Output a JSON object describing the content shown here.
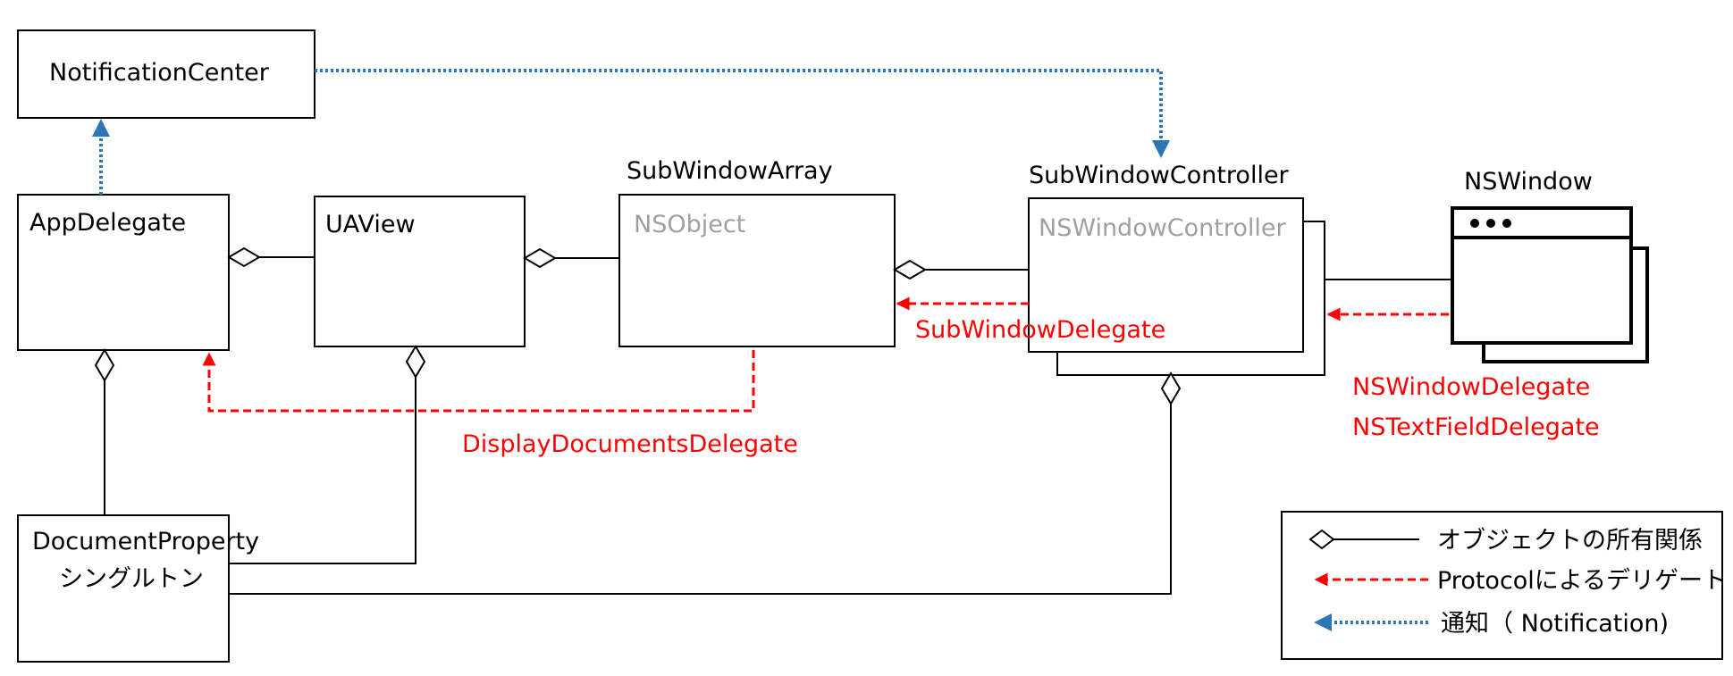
{
  "classes": {
    "notification_center": "NotificationCenter",
    "app_delegate": "AppDelegate",
    "ua_view": "UAView",
    "sub_window_array": "SubWindowArray",
    "sub_window_array_base": "NSObject",
    "sub_window_controller": "SubWindowController",
    "sub_window_controller_base": "NSWindowController",
    "ns_window": "NSWindow",
    "document_property": "DocumentProperty",
    "document_property_note": "シングルトン"
  },
  "protocols": {
    "display_documents_delegate": "DisplayDocumentsDelegate",
    "sub_window_delegate": "SubWindowDelegate",
    "ns_window_delegate": "NSWindowDelegate",
    "ns_text_field_delegate": "NSTextFieldDelegate"
  },
  "legend": {
    "ownership": "オブジェクトの所有関係",
    "protocol_delegate": "Protocolによるデリゲート",
    "notification": "通知（ Notification)"
  },
  "colors": {
    "delegate_line": "#ff0000",
    "notification_line": "#2e75b6",
    "base_class_text": "#a0a0a0"
  }
}
